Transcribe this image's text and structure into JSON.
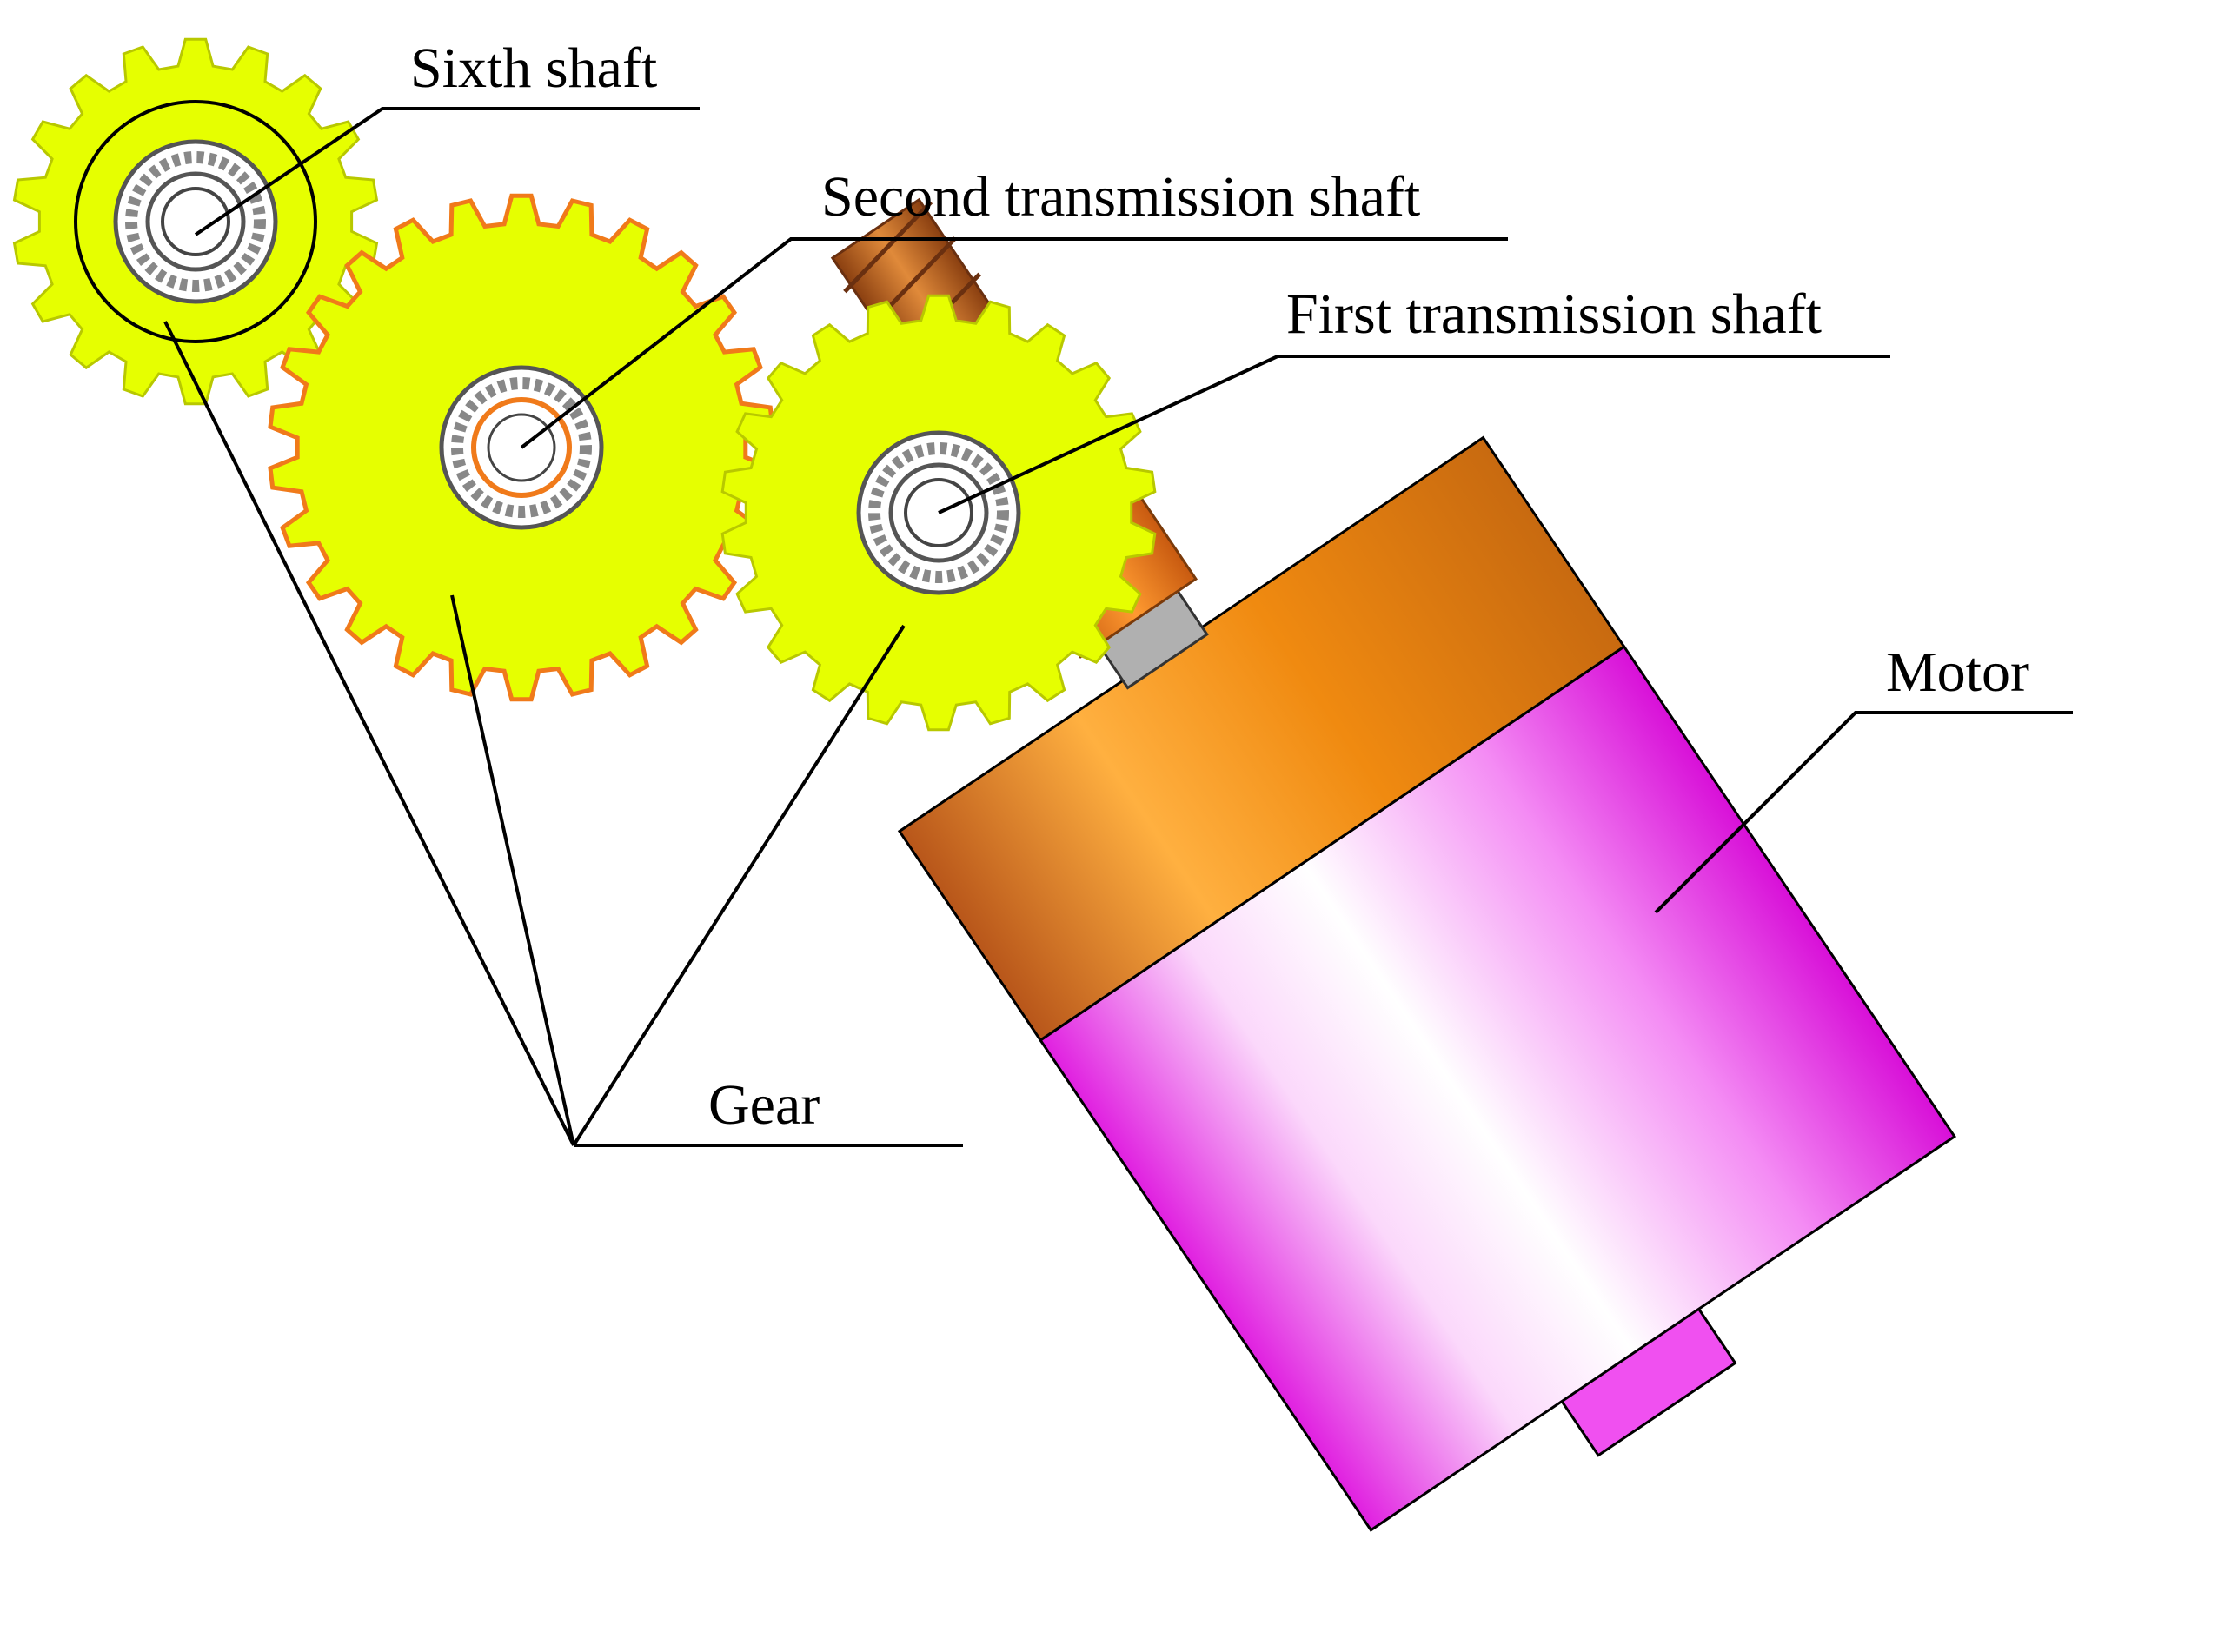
{
  "labels": {
    "sixth_shaft": "Sixth shaft",
    "second_shaft": "Second transmission shaft",
    "first_shaft": "First transmission shaft",
    "motor": "Motor",
    "gear": "Gear"
  },
  "colors": {
    "gear_yellow": "#E6FF00",
    "gear_outline": "#B8C800",
    "gear_orange_edge": "#F07A1A",
    "motor_cap_orange": "#F08A10",
    "motor_body_magenta": "#E81CE8",
    "worm_brown": "#C0601A",
    "bearing_gray": "#808080"
  }
}
